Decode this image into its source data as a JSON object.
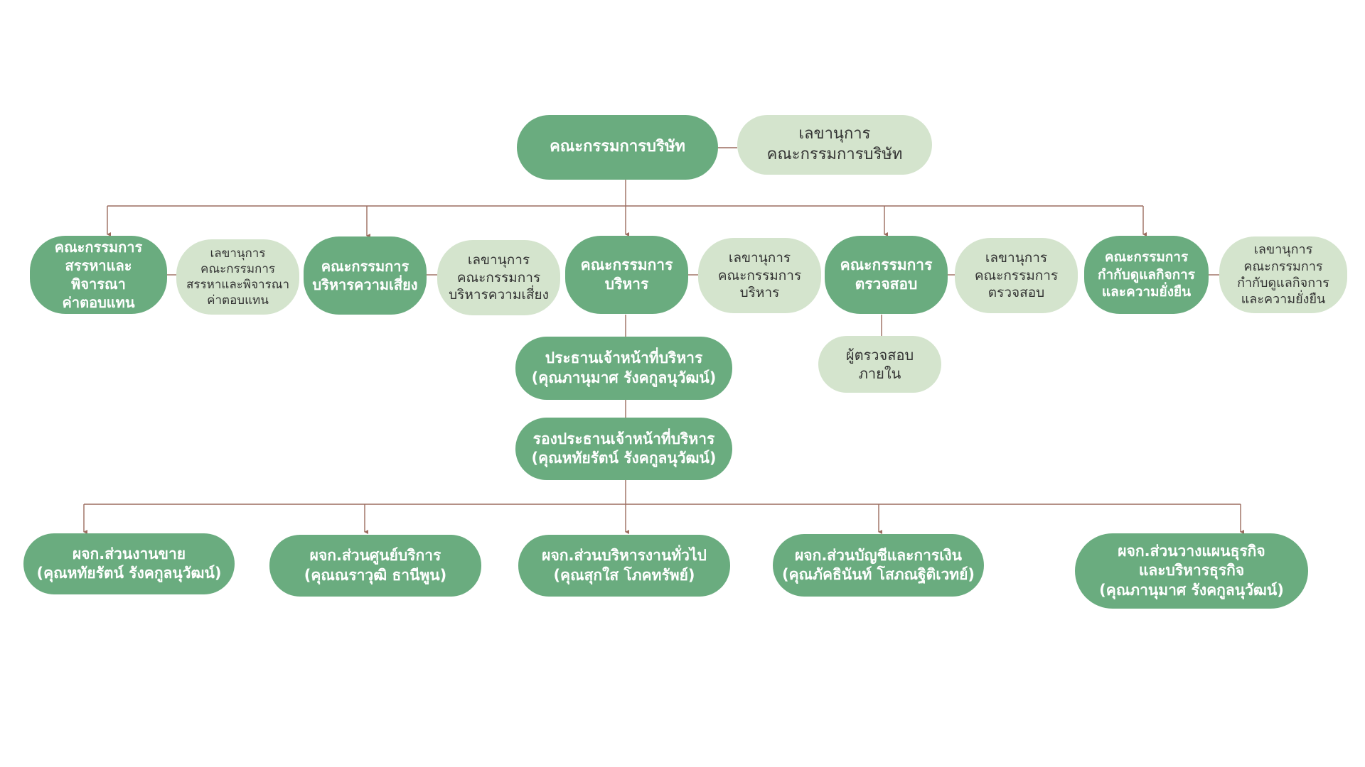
{
  "colors": {
    "committee_fill": "#6aac7f",
    "secretary_fill": "#d4e4cd",
    "connector_line": "#9b6b5e"
  },
  "board": {
    "label": "คณะกรรมการบริษัท",
    "secretary": "เลขานุการ\nคณะกรรมการบริษัท"
  },
  "committees": {
    "nomination": {
      "label": "คณะกรรมการ\nสรรหาและพิจารณา\nค่าตอบแทน",
      "secretary": "เลขานุการ\nคณะกรรมการ\nสรรหาและพิจารณา\nค่าตอบแทน"
    },
    "risk": {
      "label": "คณะกรรมการ\nบริหารความเสี่ยง",
      "secretary": "เลขานุการ\nคณะกรรมการ\nบริหารความเสี่ยง"
    },
    "executive": {
      "label": "คณะกรรมการ\nบริหาร",
      "secretary": "เลขานุการ\nคณะกรรมการ\nบริหาร"
    },
    "audit": {
      "label": "คณะกรรมการ\nตรวจสอบ",
      "secretary": "เลขานุการ\nคณะกรรมการ\nตรวจสอบ",
      "internal_auditor": "ผู้ตรวจสอบภายใน"
    },
    "governance": {
      "label": "คณะกรรมการ\nกำกับดูแลกิจการ\nและความยั่งยืน",
      "secretary": "เลขานุการ\nคณะกรรมการ\nกำกับดูแลกิจการ\nและความยั่งยืน"
    }
  },
  "ceo": "ประธานเจ้าหน้าที่บริหาร\n(คุณภานุมาศ รังคกูลนุวัฒน์)",
  "deputy_ceo": "รองประธานเจ้าหน้าที่บริหาร\n(คุณหทัยรัตน์ รังคกูลนุวัฒน์)",
  "managers": [
    "ผจก.ส่วนงานขาย\n(คุณหทัยรัตน์ รังคกูลนุวัฒน์)",
    "ผจก.ส่วนศูนย์บริการ\n(คุณณราวุฒิ ธานีพูน)",
    "ผจก.ส่วนบริหารงานทั่วไป\n(คุณสุกใส โภคทรัพย์)",
    "ผจก.ส่วนบัญชีและการเงิน\n(คุณภัคธินันท์ โสภณฐิติเวทย์)",
    "ผจก.ส่วนวางแผนธุรกิจ\nและบริหารธุรกิจ\n(คุณภานุมาศ รังคกูลนุวัฒน์)"
  ]
}
